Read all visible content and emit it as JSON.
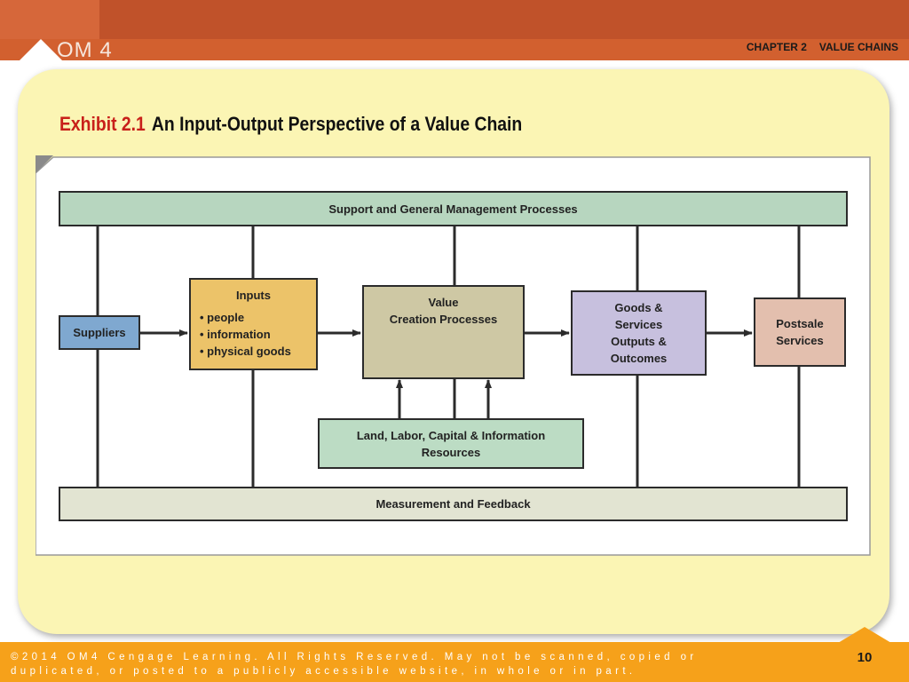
{
  "header": {
    "logo_text": "OM 4",
    "chapter_label": "CHAPTER 2",
    "chapter_title": "VALUE CHAINS"
  },
  "exhibit": {
    "number": "Exhibit 2.1",
    "title": "An Input-Output Perspective of a Value Chain"
  },
  "diagram": {
    "support": "Support and General Management Processes",
    "suppliers": "Suppliers",
    "inputs_title": "Inputs",
    "inputs_items": [
      "• people",
      "• information",
      "• physical goods"
    ],
    "value_creation": "Value\nCreation Processes",
    "goods_services": "Goods &\nServices\nOutputs &\nOutcomes",
    "postsale": "Postsale\nServices",
    "resources": "Land, Labor, Capital & Information\nResources",
    "measurement": "Measurement and Feedback"
  },
  "colors": {
    "support_fill": "#b7d6bf",
    "suppliers_fill": "#7fa8d0",
    "inputs_fill": "#ecc369",
    "value_fill": "#cec8a4",
    "goods_fill": "#c7c0de",
    "postsale_fill": "#e3bfae",
    "resources_fill": "#bcdcc4",
    "measurement_fill": "#e2e4d2",
    "process_mark": "#b01e2a"
  },
  "footer": {
    "copyright": "©2014 OM4 Cengage Learning. All Rights Reserved. May not be scanned, copied or duplicated, or posted to a publicly accessible website, in whole or in part.",
    "page_number": "10"
  }
}
